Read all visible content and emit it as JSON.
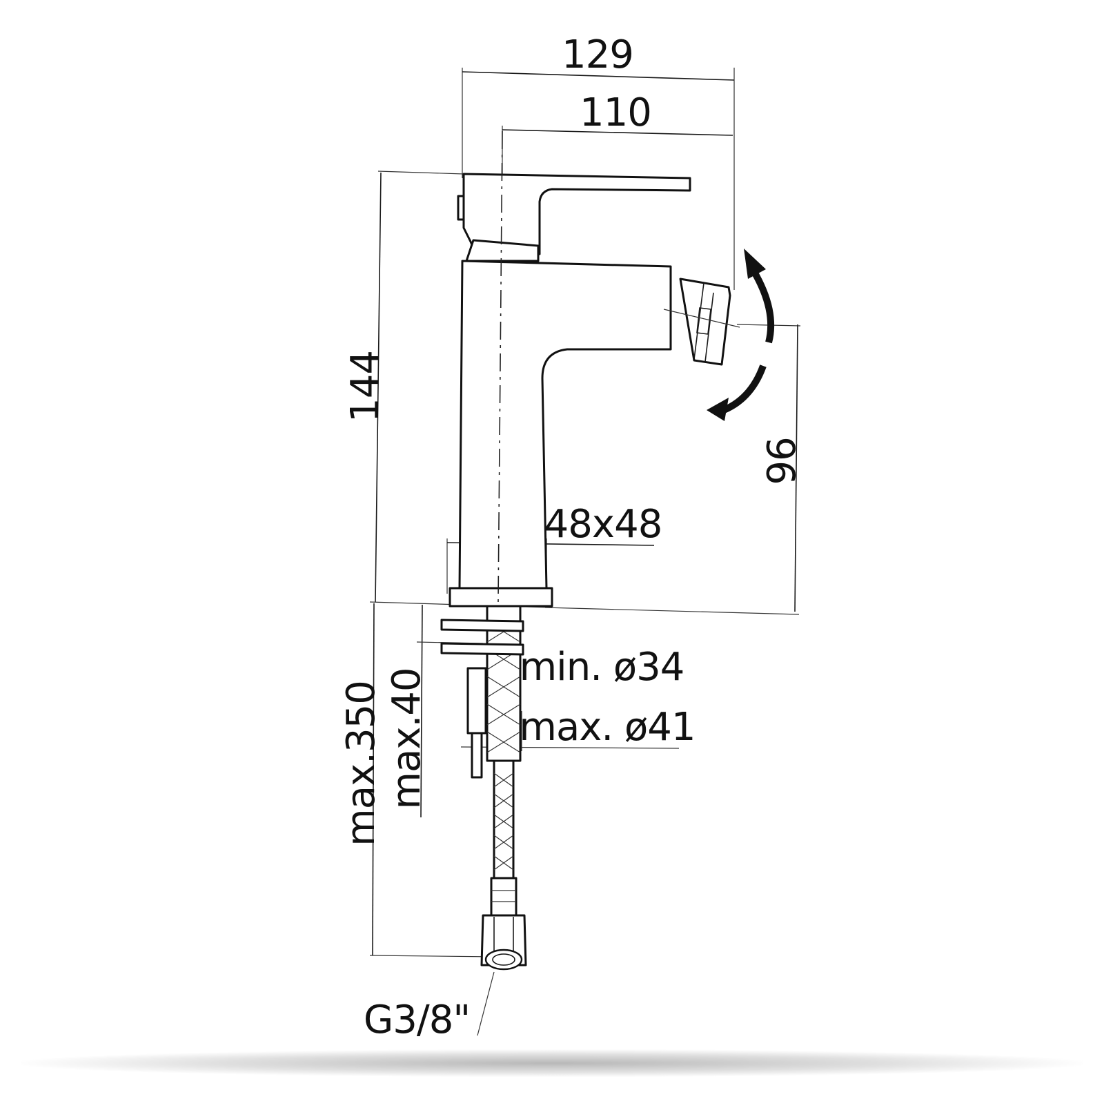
{
  "dimensions": {
    "overall_width": "129",
    "spout_reach": "110",
    "overall_height": "144",
    "outlet_height": "96",
    "base_size": "48x48",
    "min_hole": "min. ø34",
    "max_hole": "max. ø41",
    "max_deck": "max.40",
    "max_hose": "max.350",
    "thread": "G3/8\""
  },
  "colors": {
    "line": "#111111",
    "background": "#ffffff"
  },
  "icons": [
    "swivel-arrow-icon"
  ]
}
